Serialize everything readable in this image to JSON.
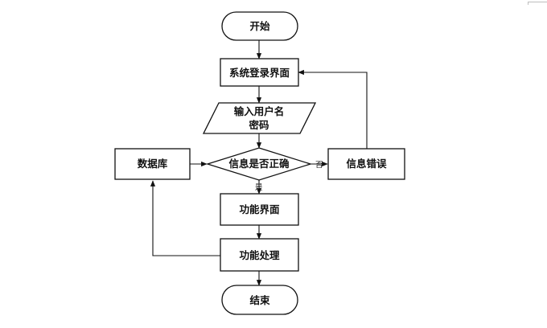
{
  "nodes": {
    "start": "开始",
    "login": "系统登录界面",
    "input_line1": "输入用户名",
    "input_line2": "密码",
    "decision": "信息是否正确",
    "database": "数据库",
    "error": "信息错误",
    "function_ui": "功能界面",
    "function_proc": "功能处理",
    "end": "结束"
  },
  "edges": {
    "no_label": "否",
    "yes_label": "是"
  }
}
